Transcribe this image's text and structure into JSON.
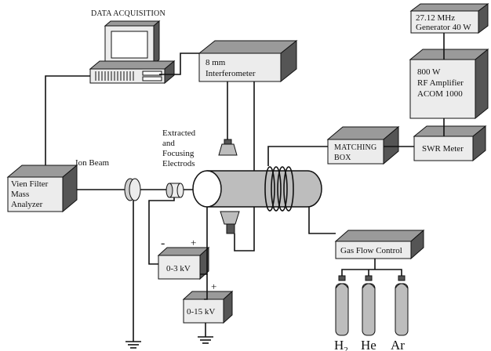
{
  "labels": {
    "data_acquisition": "DATA ACQUISITION",
    "interferometer_line1": "8 mm",
    "interferometer_line2": "Interferometer",
    "generator_line1": "27.12 MHz",
    "generator_line2": "Generator 40 W",
    "amplifier_line1": "800 W",
    "amplifier_line2": "RF Amplifier",
    "amplifier_line3": "ACOM 1000",
    "swr_meter": "SWR Meter",
    "matching_line1": "MATCHING",
    "matching_line2": "BOX",
    "extracted_line1": "Extracted",
    "extracted_line2": "and",
    "extracted_line3": "Focusing",
    "extracted_line4": "Electrods",
    "ion_beam": "Ion Beam",
    "wien_line1": "Vien Filter",
    "wien_line2": "Mass",
    "wien_line3": "Analyzer",
    "gas_flow_control": "Gas Flow Control",
    "psu_small": "0-3 kV",
    "psu_large": "0-15 kV",
    "minus_sign": "-",
    "plus_sign": "+",
    "plus_sign_2": "+",
    "gas_h2": "H",
    "gas_h2_sub": "2",
    "gas_he": "He",
    "gas_ar": "Ar"
  },
  "colors": {
    "box_face": "#ececec",
    "box_top": "#9a9a9a",
    "box_side": "#555555",
    "line": "#111111"
  }
}
